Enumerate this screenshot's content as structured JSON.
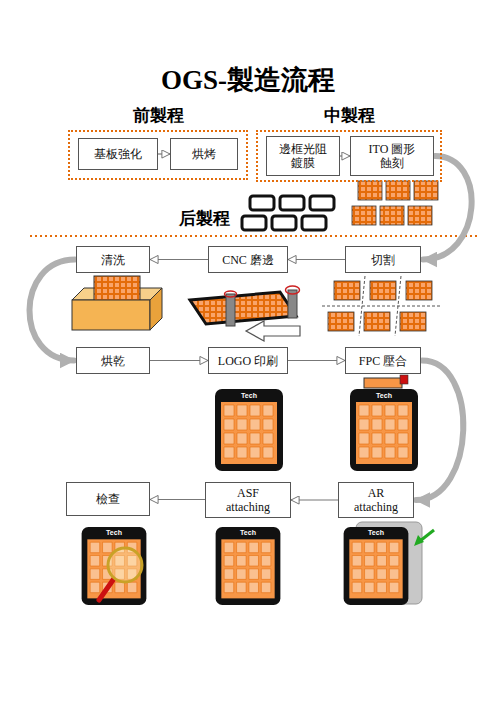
{
  "diagram": {
    "title": "OGS-製造流程",
    "nodes": [
      {
        "text": [
          "前製程"
        ]
      },
      {
        "text": [
          "基板強化"
        ],
        "in": 0
      },
      {
        "text": [
          "烘烤"
        ],
        "in": 0
      },
      {
        "text": [
          "中製程"
        ]
      },
      {
        "text": [
          "邊框光阻 鍍膜"
        ],
        "in": 3
      },
      {
        "text": [
          "ITO 圖形 蝕刻"
        ],
        "in": 3
      },
      {
        "text": [
          "清洗"
        ]
      },
      {
        "text": [
          "CNC 磨邊"
        ]
      },
      {
        "text": [
          "切割"
        ]
      },
      {
        "text": [
          "烘乾"
        ]
      },
      {
        "text": [
          "LOGO 印刷"
        ]
      },
      {
        "text": [
          "FPC 壓合"
        ]
      },
      {
        "text": [
          "檢查"
        ]
      },
      {
        "text": [
          "ASF attaching"
        ]
      },
      {
        "text": [
          "AR attaching"
        ]
      }
    ],
    "edges": [
      {
        "from": 1,
        "to": 2,
        "arrow": "to"
      },
      {
        "from": 4,
        "to": 5,
        "arrow": "to"
      },
      {
        "from": 5,
        "to": 8,
        "arrow": "to"
      },
      {
        "from": 8,
        "to": 7,
        "arrow": "to"
      },
      {
        "from": 7,
        "to": 6,
        "arrow": "to"
      },
      {
        "from": 6,
        "to": 9,
        "arrow": "to"
      },
      {
        "from": 9,
        "to": 10,
        "arrow": "to"
      },
      {
        "from": 10,
        "to": 11,
        "arrow": "to"
      },
      {
        "from": 11,
        "to": 14,
        "arrow": "to"
      },
      {
        "from": 14,
        "to": 13,
        "arrow": "to"
      },
      {
        "from": 13,
        "to": 12,
        "arrow": "to"
      }
    ],
    "labels": [
      "后製程",
      "Tech",
      "Tech",
      "Tech",
      "Tech",
      "Tech"
    ]
  }
}
